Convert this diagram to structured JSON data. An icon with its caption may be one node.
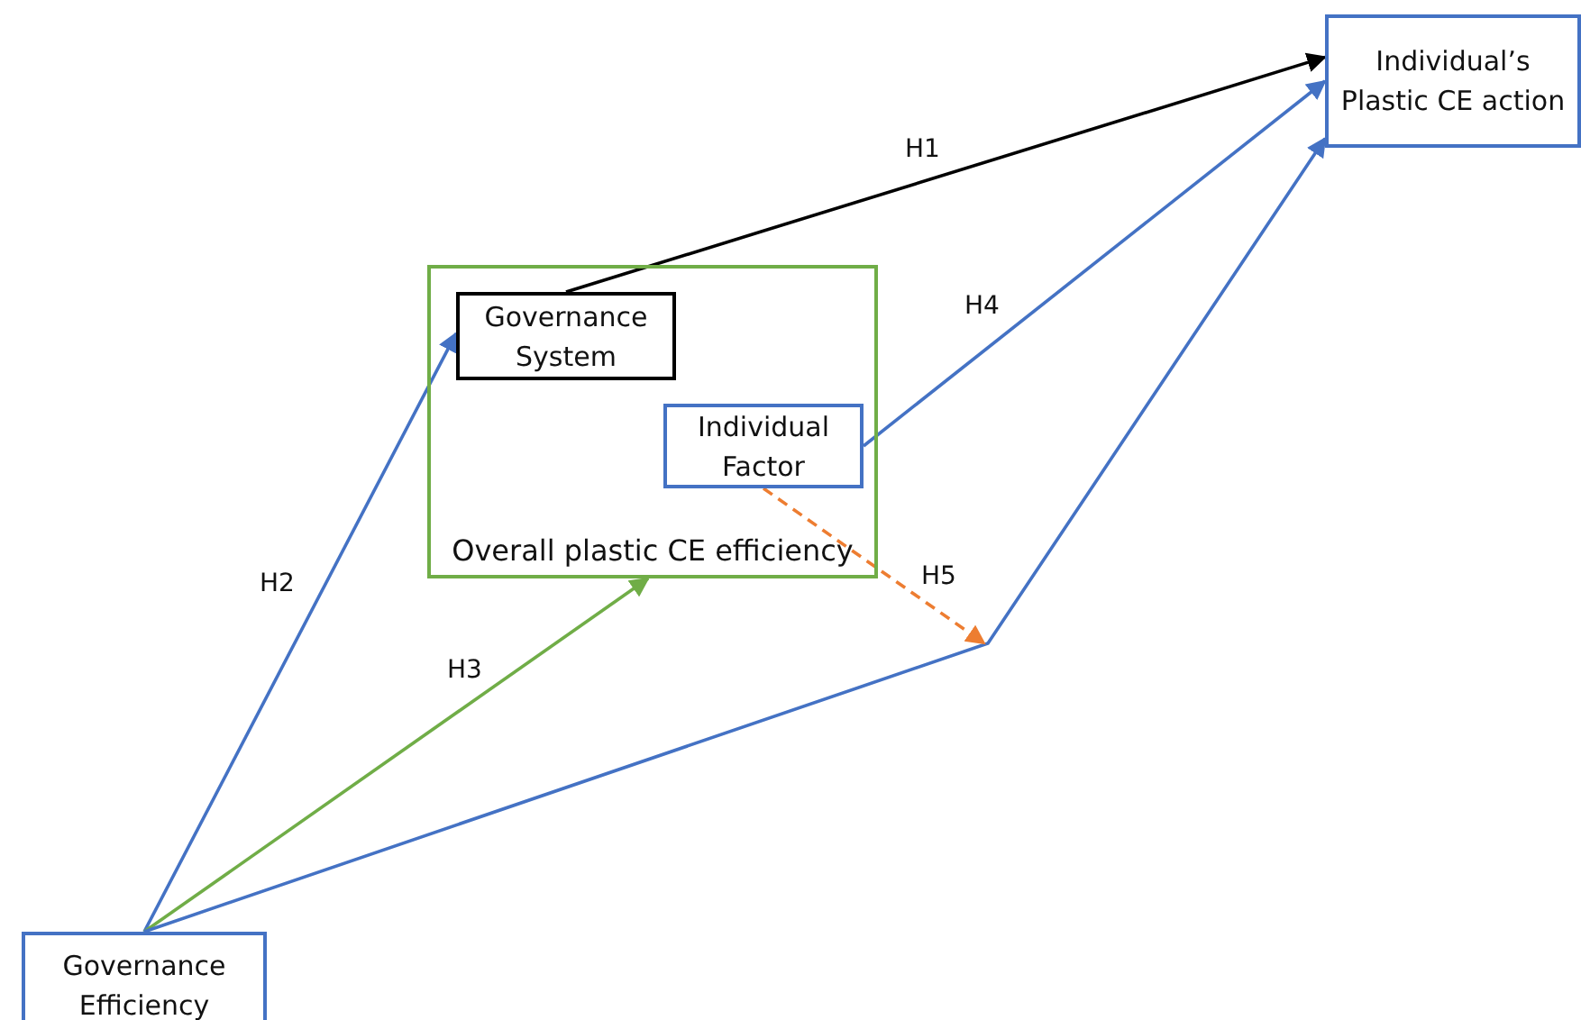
{
  "diagram": {
    "nodes": [
      {
        "text": [
          "Individual’s Plastic CE action"
        ]
      },
      {
        "text": [
          "Overall plastic CE efficiency"
        ]
      },
      {
        "text": [
          "Governance System"
        ],
        "in": 1
      },
      {
        "text": [
          "Individual Factor"
        ],
        "in": 1
      },
      {
        "text": [
          "Governance Efficiency"
        ]
      }
    ],
    "edges": [
      {
        "from": 2,
        "to": 0,
        "arrow": "to",
        "label": "H1",
        "color": "#000000"
      },
      {
        "from": 3,
        "to": 0,
        "arrow": "to",
        "label": "H4"
      },
      {
        "from": 4,
        "to": 2,
        "arrow": "to",
        "label": "H2"
      },
      {
        "from": 4,
        "to": 1,
        "arrow": "to",
        "label": "H3",
        "color": "#70ad47"
      },
      {
        "from": 4,
        "to": 0,
        "arrow": "to"
      },
      {
        "from": 3,
        "to": null,
        "arrow": "to",
        "label": "H5",
        "style": "dashed",
        "color": "#ed7d31"
      }
    ]
  }
}
